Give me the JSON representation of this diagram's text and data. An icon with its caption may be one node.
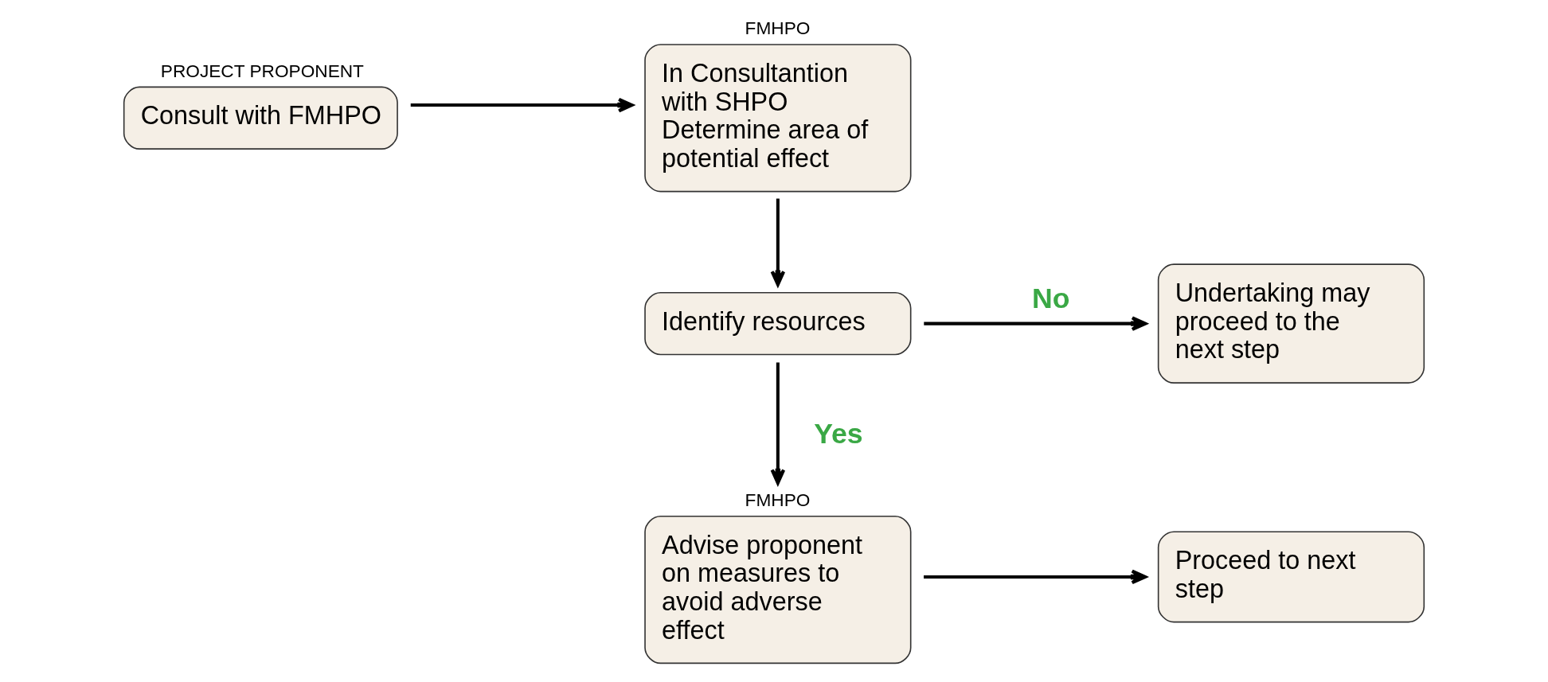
{
  "diagram": {
    "nodes": [
      {
        "text": [
          "PROJECT PROPONENT",
          "Consult with FMHPO"
        ]
      },
      {
        "text": [
          "FMHPO",
          "In Consultantion with SHPO Determine area of potential effect"
        ]
      },
      {
        "text": [
          "Identify resources"
        ]
      },
      {
        "text": [
          "Undertaking may proceed to the next step"
        ]
      },
      {
        "text": [
          "FMHPO",
          "Advise proponent on measures to avoid adverse effect"
        ]
      },
      {
        "text": [
          "Proceed to next step"
        ]
      }
    ],
    "edges": [
      {
        "from": 0,
        "to": 1,
        "arrow": "to"
      },
      {
        "from": 1,
        "to": 2,
        "arrow": "to"
      },
      {
        "from": 2,
        "to": 3,
        "arrow": "to",
        "label": "No"
      },
      {
        "from": 2,
        "to": 4,
        "arrow": "to",
        "label": "Yes"
      },
      {
        "from": 4,
        "to": 5,
        "arrow": "to"
      }
    ]
  }
}
